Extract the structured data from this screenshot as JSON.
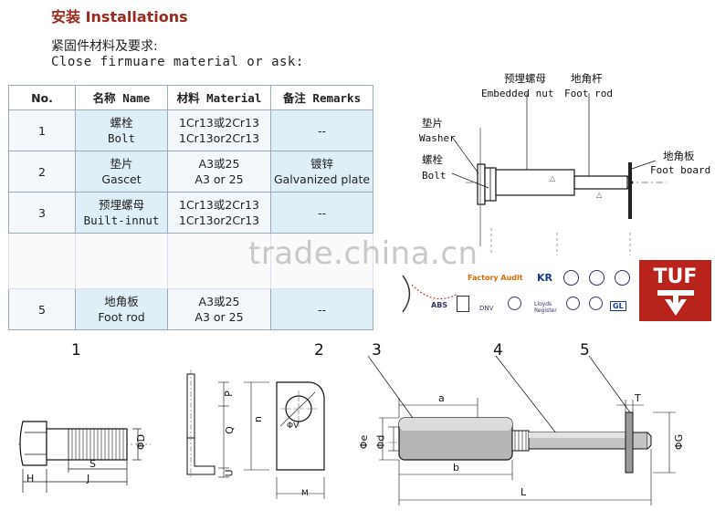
{
  "header": {
    "title": "安装 Installations",
    "sub_cn": "紧固件材料及要求:",
    "sub_en": "Close firmuare material or ask:"
  },
  "table": {
    "headers": [
      "No.",
      "名称 Name",
      "材料 Material",
      "备注 Remarks"
    ],
    "rows": [
      {
        "no": "1",
        "name_cn": "螺栓",
        "name_en": "Bolt",
        "mat1": "1Cr13或2Cr13",
        "mat2": "1Cr13or2Cr13",
        "remark1": "--",
        "remark2": ""
      },
      {
        "no": "2",
        "name_cn": "垫片",
        "name_en": "Gascet",
        "mat1": "A3或25",
        "mat2": "A3 or 25",
        "remark1": "镀锌",
        "remark2": "Galvanized plate"
      },
      {
        "no": "3",
        "name_cn": "预埋螺母",
        "name_en": "Built-innut",
        "mat1": "1Cr13或2Cr13",
        "mat2": "1Cr13or2Cr13",
        "remark1": "--",
        "remark2": ""
      },
      {
        "no": "5",
        "name_cn": "地角板",
        "name_en": "Foot rod",
        "mat1": "A3或25",
        "mat2": "A3 or 25",
        "remark1": "--",
        "remark2": ""
      }
    ]
  },
  "watermark": "trade.china.cn",
  "assembly": {
    "embedded_nut_cn": "预埋螺母",
    "embedded_nut_en": "Embedded nut",
    "foot_rod_cn": "地角杆",
    "foot_rod_en": "Foot rod",
    "washer_cn": "垫片",
    "washer_en": "Washer",
    "bolt_cn": "螺栓",
    "bolt_en": "Bolt",
    "foot_board_cn": "地角板",
    "foot_board_en": "Foot board"
  },
  "certs": {
    "factory_audit": "Factory Audit",
    "kr": "KR",
    "abs": "ABS",
    "dnv": "DNV",
    "lloyds": "Lloyds Register",
    "gl": "GL",
    "tuf": "TUF"
  },
  "parts": {
    "n1": "1",
    "n2": "2",
    "n3": "3",
    "n4": "4",
    "n5": "5",
    "d_S": "S",
    "d_H": "H",
    "d_J": "J",
    "d_D": "ΦD",
    "d_P": "P",
    "d_Q": "Q",
    "d_n": "n",
    "d_U": "U",
    "d_M": "M",
    "d_V": "ΦV",
    "d_a": "a",
    "d_b": "b",
    "d_L": "L",
    "d_T": "T",
    "d_e": "Φe",
    "d_d": "Φd",
    "d_G": "ΦG"
  }
}
